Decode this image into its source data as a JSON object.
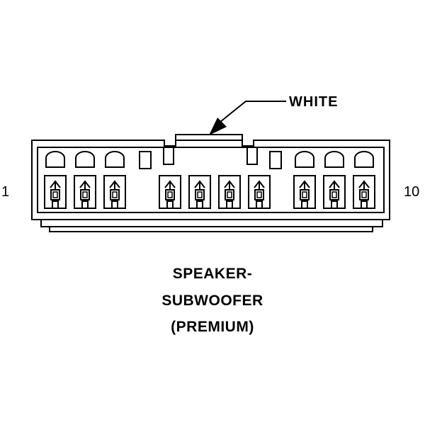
{
  "diagram": {
    "wire_label": "WHITE",
    "pin_left_label": "1",
    "pin_right_label": "10",
    "caption_line1": "SPEAKER-",
    "caption_line2": "SUBWOOFER",
    "caption_line3": "(PREMIUM)",
    "colors": {
      "line": "#000000",
      "background": "#ffffff"
    }
  }
}
